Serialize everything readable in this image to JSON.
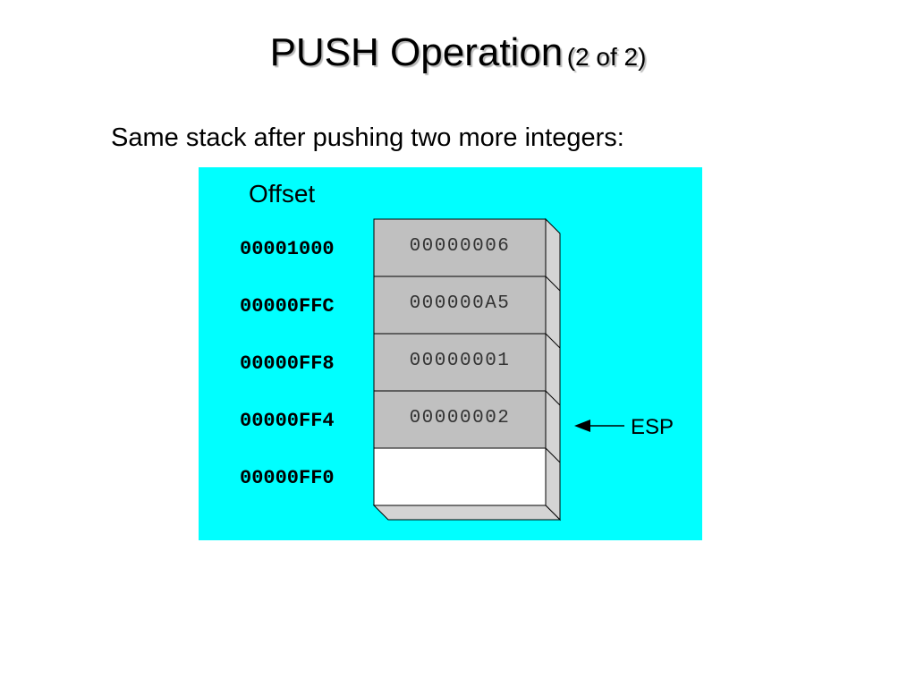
{
  "slide": {
    "title_main": "PUSH Operation",
    "title_sub": "(2 of 2)",
    "subtitle": "Same stack after pushing two more integers:"
  },
  "diagram": {
    "column_header": "Offset",
    "rows": [
      {
        "offset": "00001000",
        "value": "00000006",
        "filled": true
      },
      {
        "offset": "00000FFC",
        "value": "000000A5",
        "filled": true
      },
      {
        "offset": "00000FF8",
        "value": "00000001",
        "filled": true
      },
      {
        "offset": "00000FF4",
        "value": "00000002",
        "filled": true
      },
      {
        "offset": "00000FF0",
        "value": "",
        "filled": false
      }
    ],
    "pointer": {
      "label": "ESP",
      "row_index": 3
    },
    "colors": {
      "panel_bg": "#00ffff",
      "cell_filled": "#c0c0c0",
      "cell_empty": "#ffffff",
      "cell_side": "#d4d4d4",
      "border": "#000000"
    }
  }
}
